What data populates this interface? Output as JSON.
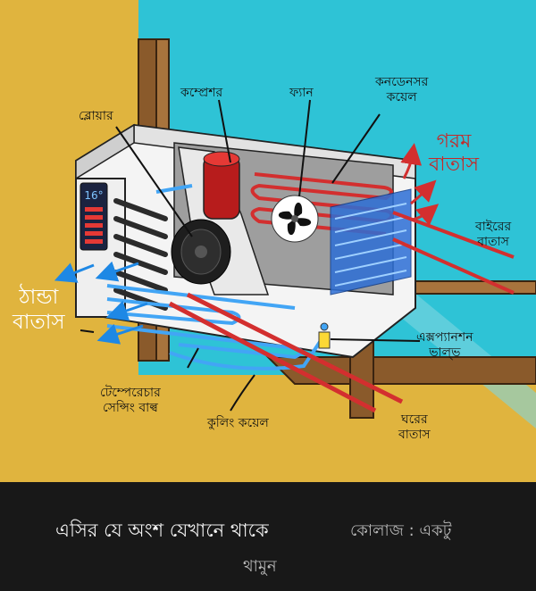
{
  "labels": {
    "blower": "ব্লোয়ার",
    "compressor": "কম্প্রেশর",
    "fan": "ফ্যান",
    "condenser_line1": "কনডেনসর",
    "condenser_line2": "কয়েল",
    "hot_air_line1": "গরম",
    "hot_air_line2": "বাতাস",
    "outside_air_line1": "বাইরের",
    "outside_air_line2": "বাতাস",
    "cold_air_line1": "ঠান্ডা",
    "cold_air_line2": "বাতাস",
    "expansion_valve_line1": "এক্সপ্যানশন",
    "expansion_valve_line2": "ভাল্ভ",
    "temp_bulb_line1": "টেম্পেরেচার",
    "temp_bulb_line2": "সেন্সিং বাল্ব",
    "cooling_coil": "কুলিং কয়েল",
    "room_air_line1": "ঘরের",
    "room_air_line2": "বাতাস"
  },
  "display_value": "16°",
  "caption": {
    "main": "এসির যে অংশ যেখানে থাকে",
    "credit_line1": "কোলাজ : একটু",
    "credit_line2": "থামুন"
  },
  "colors": {
    "wall_left": "#e0b43e",
    "sky": "#2ec3d6",
    "wood": "#8a5a2b",
    "hot": "#d32f2f",
    "cold": "#2196f3"
  }
}
